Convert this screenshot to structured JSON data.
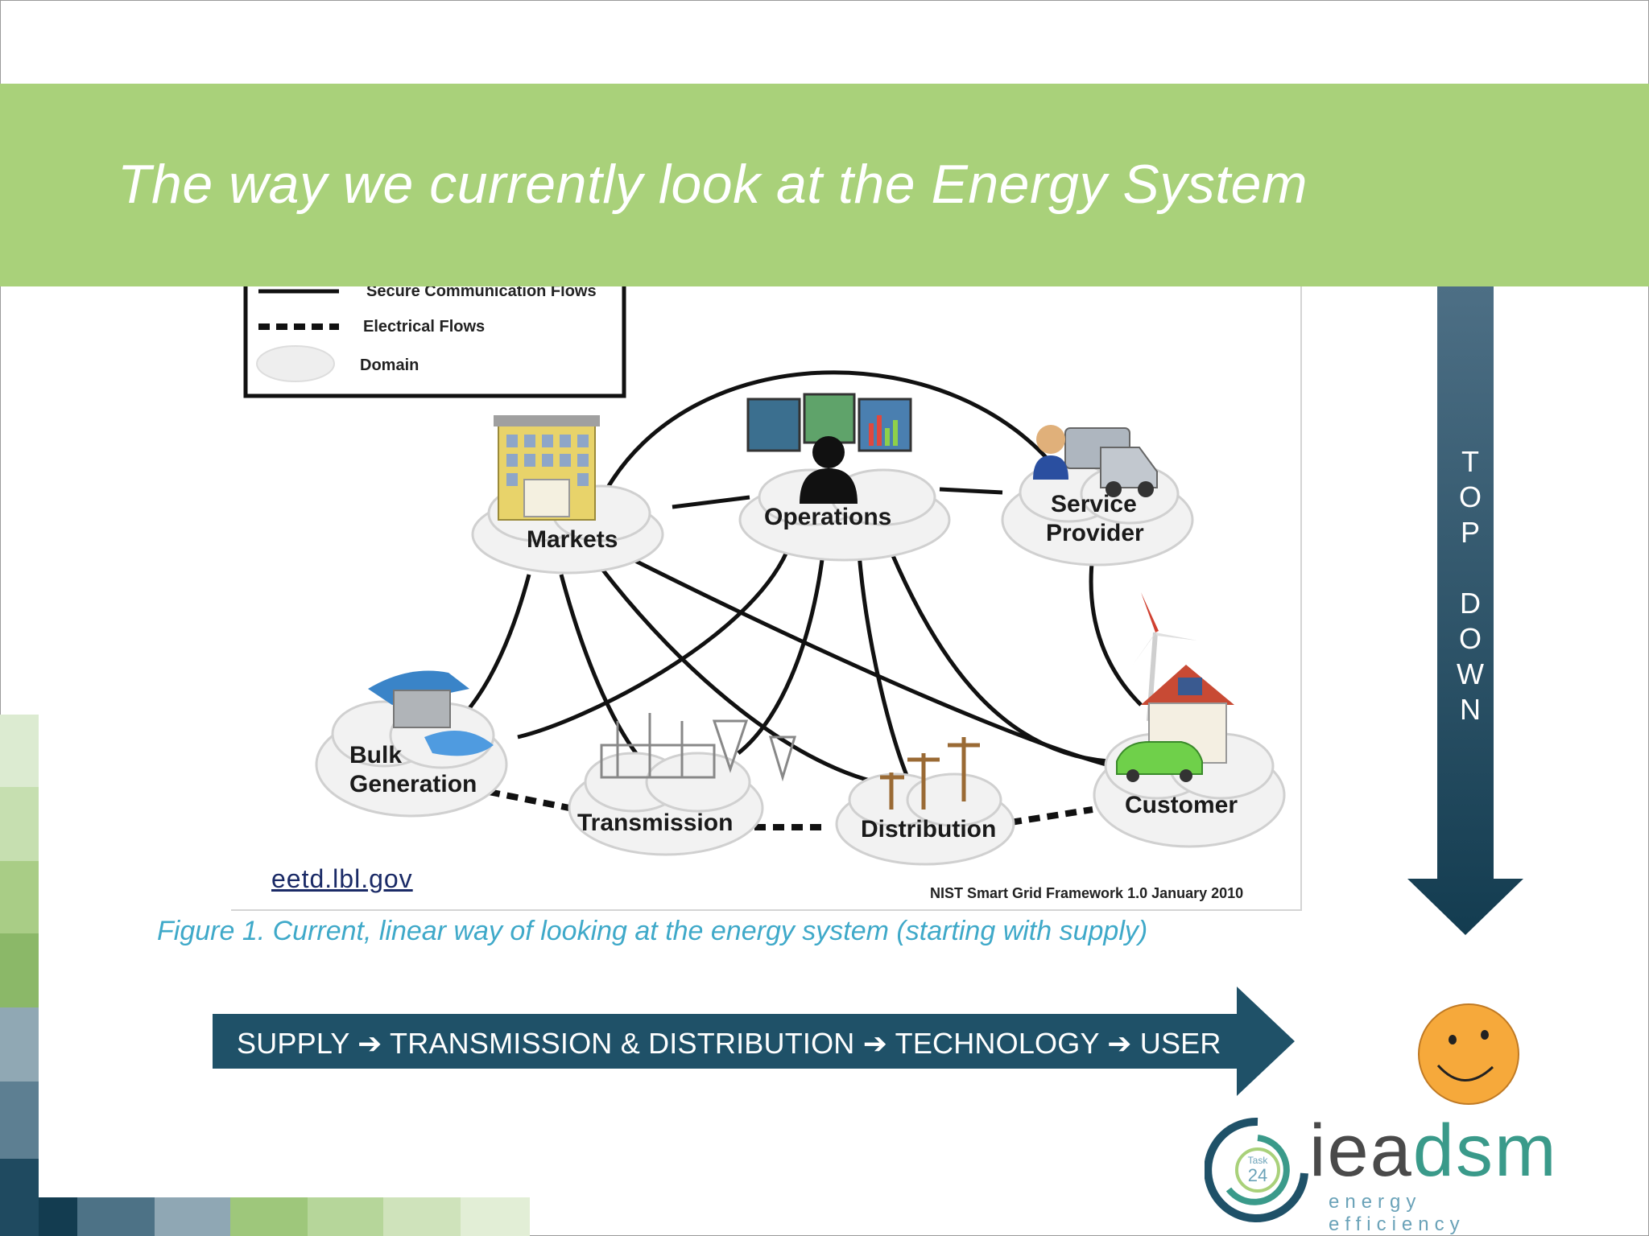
{
  "slide": {
    "title": "The way we currently look at the Energy System"
  },
  "figure": {
    "legend": [
      "Secure Communication Flows",
      "Electrical Flows",
      "Domain"
    ],
    "domains": {
      "markets": "Markets",
      "operations": "Operations",
      "service_provider": [
        "Service",
        "Provider"
      ],
      "bulk_generation": [
        "Bulk",
        "Generation"
      ],
      "transmission": "Transmission",
      "distribution": "Distribution",
      "customer": "Customer"
    },
    "source_note": "NIST Smart Grid Framework 1.0 January 2010",
    "link": "eetd.lbl.gov",
    "caption": "Figure 1. Current, linear way of looking at the energy system (starting with supply)"
  },
  "flow_arrow": {
    "text": "SUPPLY ➔ TRANSMISSION & DISTRIBUTION ➔ TECHNOLOGY ➔ USER",
    "color": "#1f5168"
  },
  "side_arrow": {
    "letters": [
      "T",
      "O",
      "P",
      "",
      "D",
      "O",
      "W",
      "N"
    ],
    "top_color": "#4d6f85",
    "bottom_color": "#133c50"
  },
  "logo": {
    "badge_line1": "Task",
    "badge_line2": "24",
    "name_part1": "iea",
    "name_part2": "dsm",
    "tagline": "energy efficiency"
  },
  "colors": {
    "banner": "#a9d17a",
    "caption": "#3fa9c9",
    "smiley_face": "#f6a93b"
  }
}
